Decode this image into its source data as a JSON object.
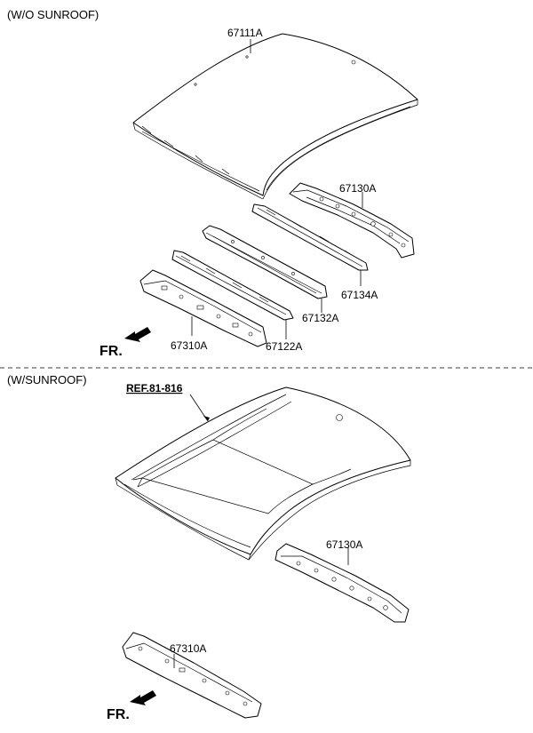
{
  "sections": {
    "without_sunroof": {
      "title": "(W/O SUNROOF)",
      "labels": {
        "roof_panel": "67111A",
        "front_rail": "67130A",
        "bow_1": "67134A",
        "bow_2": "67132A",
        "bow_3": "67122A",
        "rear_rail": "67310A"
      },
      "direction": "FR."
    },
    "with_sunroof": {
      "title": "(W/SUNROOF)",
      "reference": "REF.81-816",
      "labels": {
        "front_rail": "67130A",
        "rear_rail": "67310A"
      },
      "direction": "FR."
    }
  }
}
